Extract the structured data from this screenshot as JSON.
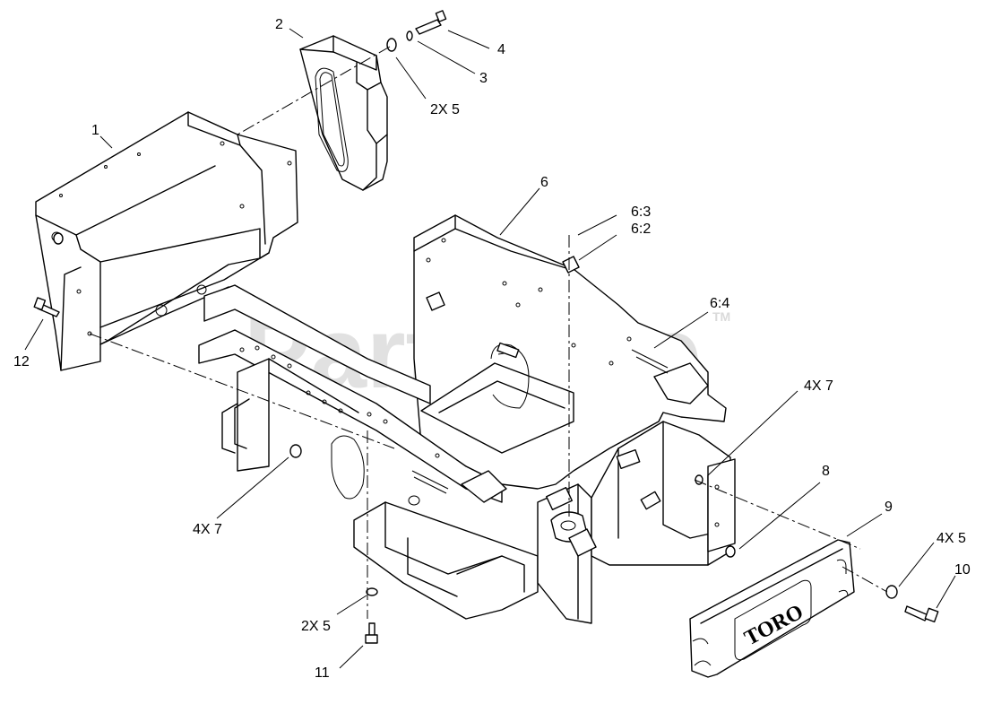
{
  "watermark": {
    "text": "PartsTree",
    "trademark": "TM"
  },
  "logo": {
    "text": "TORO"
  },
  "callouts": {
    "c1": "1",
    "c2": "2",
    "c3": "3",
    "c4": "4",
    "c2x5_top": "2X 5",
    "c6": "6",
    "c6_3": "6:3",
    "c6_2": "6:2",
    "c6_4": "6:4",
    "c12": "12",
    "c4x7_right": "4X 7",
    "c8": "8",
    "c9": "9",
    "c4x5": "4X 5",
    "c10": "10",
    "c4x7_left": "4X 7",
    "c2x5_bottom": "2X 5",
    "c11": "11"
  }
}
